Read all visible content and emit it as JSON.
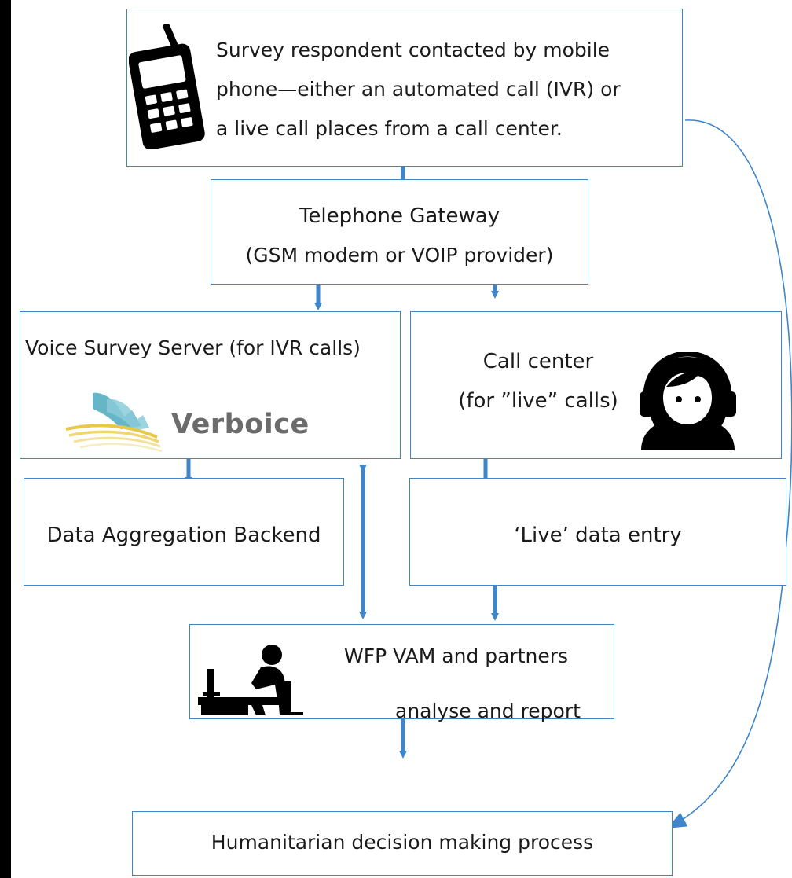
{
  "diagram": {
    "respondent_box": {
      "lines": [
        "Survey respondent contacted by mobile",
        "phone—either an automated call (IVR) or",
        "a live call places from a call center."
      ]
    },
    "gateway_box": {
      "line1": "Telephone Gateway",
      "line2": "(GSM modem or VOIP provider)"
    },
    "voice_server_box": {
      "title": "Voice Survey Server (for IVR calls)",
      "logo_text": "Verboice"
    },
    "call_center_box": {
      "line1": "Call center",
      "line2": "(for ”live” calls)"
    },
    "backend_box": {
      "label": "Data Aggregation Backend"
    },
    "live_entry_box": {
      "label": "‘Live’ data entry"
    },
    "wfp_box": {
      "line1": "WFP VAM and partners",
      "line2": "analyse and report"
    },
    "decision_box": {
      "label": "Humanitarian decision making process"
    },
    "icons": [
      "mobile-phone-icon",
      "headset-operator-icon",
      "desk-worker-icon",
      "verboice-logo"
    ],
    "colors": {
      "border": "#3e86c9",
      "arrow": "#3e86c9",
      "text": "#1a1a1a",
      "verboice_text": "#6b6b6b"
    }
  }
}
